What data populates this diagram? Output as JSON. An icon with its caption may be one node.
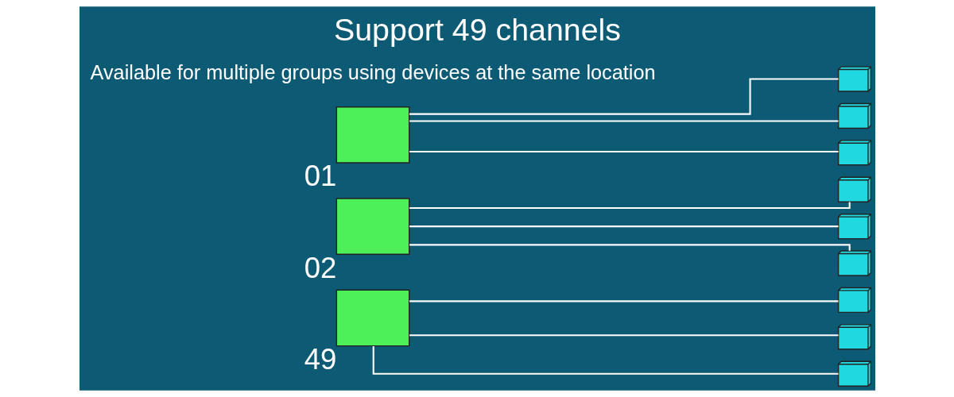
{
  "diagram": {
    "title": "Support 49 channels",
    "nodes": [
      {
        "text": [],
        "shape": "box",
        "beside": [
          "01"
        ]
      },
      {
        "text": [],
        "shape": "picture"
      },
      {
        "text": [],
        "shape": "picture"
      },
      {
        "text": [],
        "shape": "picture"
      },
      {
        "text": [],
        "shape": "box",
        "beside": [
          "02"
        ]
      },
      {
        "text": [],
        "shape": "picture"
      },
      {
        "text": [],
        "shape": "picture"
      },
      {
        "text": [],
        "shape": "picture"
      },
      {
        "text": [],
        "shape": "box",
        "beside": [
          "49"
        ]
      },
      {
        "text": [],
        "shape": "picture"
      },
      {
        "text": [],
        "shape": "picture"
      },
      {
        "text": [],
        "shape": "picture"
      }
    ],
    "edges": [
      {
        "from": 0,
        "to": 1,
        "arrow": "none"
      },
      {
        "from": 0,
        "to": 2,
        "arrow": "none"
      },
      {
        "from": 0,
        "to": 3,
        "arrow": "none"
      },
      {
        "from": 4,
        "to": 5,
        "arrow": "none"
      },
      {
        "from": 4,
        "to": 6,
        "arrow": "none"
      },
      {
        "from": 4,
        "to": 7,
        "arrow": "none"
      },
      {
        "from": 8,
        "to": 9,
        "arrow": "none"
      },
      {
        "from": 8,
        "to": 10,
        "arrow": "none"
      },
      {
        "from": 8,
        "to": 11,
        "arrow": "none"
      }
    ],
    "labels": [
      "Available for multiple groups using devices at the same location"
    ]
  }
}
